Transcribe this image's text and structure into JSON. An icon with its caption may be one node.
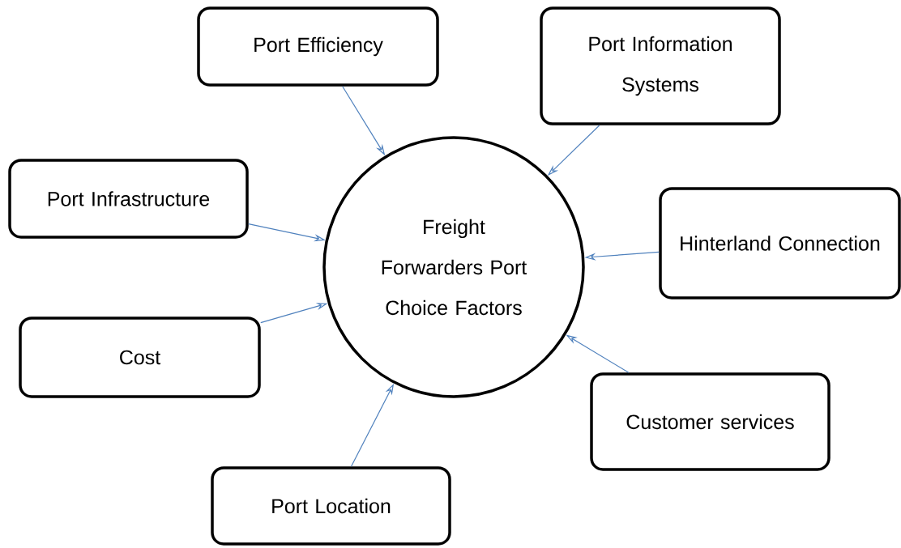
{
  "diagram": {
    "nodes": [
      {
        "text": [
          "Freight Forwarders Port Choice Factors"
        ]
      },
      {
        "text": [
          "Port Efficiency"
        ]
      },
      {
        "text": [
          "Port Information Systems"
        ]
      },
      {
        "text": [
          "Port Infrastructure"
        ]
      },
      {
        "text": [
          "Hinterland Connection"
        ]
      },
      {
        "text": [
          "Cost"
        ]
      },
      {
        "text": [
          "Customer services"
        ]
      },
      {
        "text": [
          "Port Location"
        ]
      }
    ],
    "edges": [
      {
        "from": 1,
        "to": 0,
        "arrow": "to"
      },
      {
        "from": 2,
        "to": 0,
        "arrow": "to"
      },
      {
        "from": 3,
        "to": 0,
        "arrow": "to"
      },
      {
        "from": 4,
        "to": 0,
        "arrow": "to"
      },
      {
        "from": 5,
        "to": 0,
        "arrow": "to"
      },
      {
        "from": 6,
        "to": 0,
        "arrow": "to"
      },
      {
        "from": 7,
        "to": 0,
        "arrow": "to"
      }
    ]
  }
}
